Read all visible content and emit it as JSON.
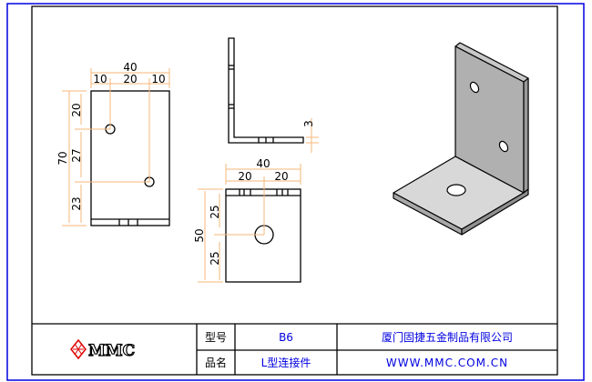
{
  "drawing": {
    "top_view": {
      "width": "40",
      "seg_left": "10",
      "seg_mid": "20",
      "seg_right": "10",
      "height": "70",
      "v_top": "20",
      "v_mid": "27",
      "v_bot": "23"
    },
    "side_view": {
      "thickness": "3"
    },
    "front_view": {
      "width": "40",
      "seg_left": "20",
      "seg_right": "20",
      "height": "50",
      "v_top": "25",
      "v_bot": "25"
    }
  },
  "title_block": {
    "logo_text": "MMC",
    "model_label": "型号",
    "model_value": "B6",
    "name_label": "品名",
    "name_value": "L型连接件",
    "company": "厦门固捷五金制品有限公司",
    "website": "WWW.MMC.COM.CN"
  },
  "colors": {
    "dimension": "#f5b77a",
    "frame_outer": "#0000e0",
    "text_blue": "#0000e0",
    "logo_red": "#e00000"
  }
}
